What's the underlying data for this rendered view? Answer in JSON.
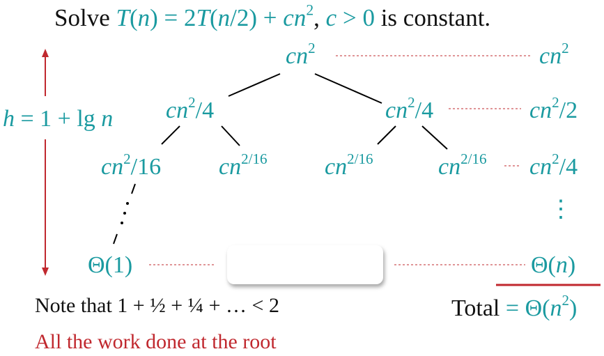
{
  "title": {
    "prefix": "Solve ",
    "T1": "T",
    "lp1": "(",
    "n1": "n",
    "mid1": ") = 2",
    "T2": "T",
    "lp2": "(",
    "n2": "n",
    "mid2": "/2) + ",
    "c1": "c",
    "n3": "n",
    "exp": "2",
    "comma": ", ",
    "c2": "c",
    "gt": " > 0",
    "suffix": " is constant."
  },
  "height_label": {
    "h": "h",
    "eq": " = 1 + lg ",
    "n": "n"
  },
  "tree": {
    "root": {
      "c": "c",
      "n": "n",
      "exp": "2"
    },
    "left_l1": {
      "c": "c",
      "n": "n",
      "exp": "2",
      "tail": "/4"
    },
    "right_l1": {
      "c": "c",
      "n": "n",
      "exp": "2",
      "tail": "/4"
    },
    "l2_a": {
      "c": "c",
      "n": "n",
      "exp": "2",
      "tail": "/16"
    },
    "l2_b": {
      "c": "c",
      "n": "n",
      "exp": "2/16"
    },
    "l2_c": {
      "c": "c",
      "n": "n",
      "exp": "2/16"
    },
    "l2_d": {
      "c": "c",
      "n": "n",
      "exp": "2/16"
    },
    "leaf": "Θ(1)"
  },
  "level_sums": {
    "s0": {
      "c": "c",
      "n": "n",
      "exp": "2"
    },
    "s1": {
      "c": "c",
      "n": "n",
      "exp": "2",
      "tail": "/2"
    },
    "s2": {
      "c": "c",
      "n": "n",
      "exp": "2",
      "tail": "/4"
    },
    "vdots": "⋮",
    "leaf": {
      "open": "Θ(",
      "n": "n",
      "close": ")"
    }
  },
  "total": {
    "label": "Total",
    "eq": " = Θ(",
    "n": "n",
    "exp": "2",
    "close": ")"
  },
  "notes": {
    "sum_note": "Note that 1 + ½ + ¼ + … < 2",
    "conclusion": "All the work done at the root"
  },
  "colors": {
    "teal": "#1a9aa0",
    "red": "#c0282e",
    "black": "#111111"
  }
}
